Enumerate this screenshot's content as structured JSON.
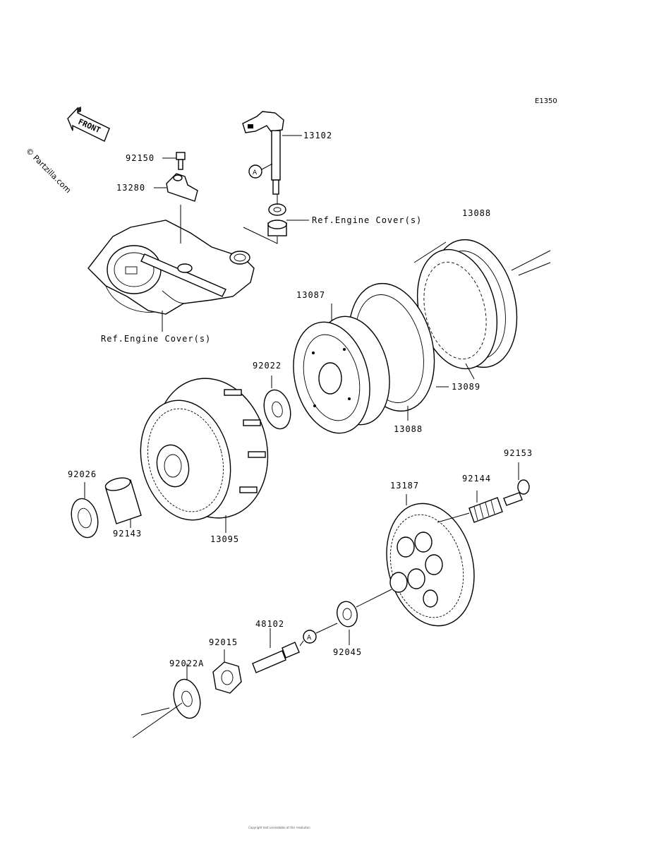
{
  "diagram_code": "E1350",
  "watermark": "© Partzilla.com",
  "front_label": "FRONT",
  "ref_marker": "A",
  "footer_text": "Copyright text unreadable at this resolution",
  "callouts": {
    "p92150": "92150",
    "p13280": "13280",
    "p13102": "13102",
    "ref_cover_upper": "Ref.Engine Cover(s)",
    "ref_cover_lower": "Ref.Engine Cover(s)",
    "p13088_top": "13088",
    "p13087": "13087",
    "p92022": "92022",
    "p13089": "13089",
    "p13088_bottom": "13088",
    "p92153": "92153",
    "p13187": "13187",
    "p92144": "92144",
    "p92026": "92026",
    "p92143": "92143",
    "p13095": "13095",
    "p48102": "48102",
    "p92015": "92015",
    "p92045": "92045",
    "p92022A": "92022A"
  }
}
